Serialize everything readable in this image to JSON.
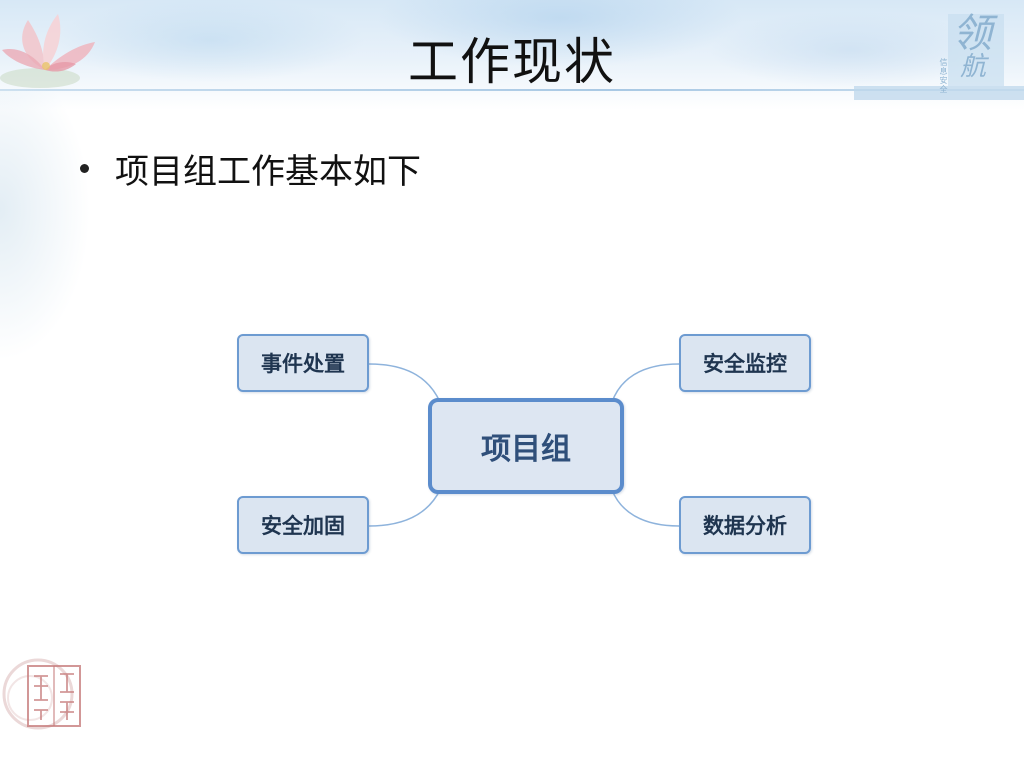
{
  "slide": {
    "title": "工作现状",
    "bullet": "项目组工作基本如下"
  },
  "logo": {
    "char_1": "领",
    "char_2": "航",
    "tagline": "信息安全"
  },
  "mind_map": {
    "central": "项目组",
    "branches": {
      "top_left": "事件处置",
      "bottom_left": "安全加固",
      "top_right": "安全监控",
      "bottom_right": "数据分析"
    }
  },
  "colors": {
    "node_fill": "#dbe5f1",
    "node_border": "#6d9bd1",
    "connector": "#8eb3dc",
    "title_text": "#111111"
  }
}
